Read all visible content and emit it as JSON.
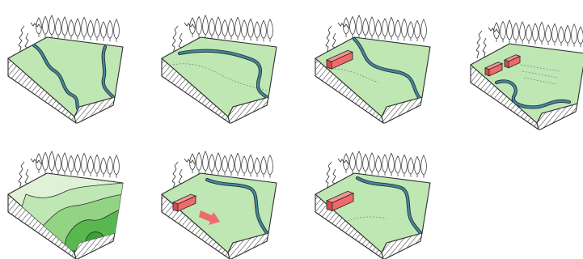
{
  "colors": {
    "background": "#ffffff",
    "ground": "#bfe7b4",
    "ground_light": "#dff2d8",
    "ground_mid": "#93d484",
    "ground_dark": "#58b84e",
    "ground_deep": "#3f9e3c",
    "stream": "#3f8aa6",
    "building_fill": "#f06a6a",
    "building_roof": "#f49595",
    "building_side": "#d84c4c",
    "arrow": "#ee6b6b",
    "outline": "#2f2f2f",
    "hatch": "#3a3a3a"
  },
  "panels": [
    {
      "id": 1,
      "icons": [
        "tree-row",
        "stream"
      ]
    },
    {
      "id": 2,
      "icons": [
        "tree-row",
        "stream",
        "dotted-boundary"
      ]
    },
    {
      "id": 3,
      "icons": [
        "tree-row",
        "stream",
        "building"
      ]
    },
    {
      "id": 4,
      "icons": [
        "tree-row",
        "stream",
        "building",
        "building",
        "dotted-boundary"
      ]
    },
    {
      "id": 5,
      "icons": [
        "tree-row",
        "elevation-zones"
      ]
    },
    {
      "id": 6,
      "icons": [
        "tree-row",
        "stream",
        "building",
        "move-arrow"
      ]
    },
    {
      "id": 7,
      "icons": [
        "tree-row",
        "stream",
        "building"
      ]
    }
  ]
}
